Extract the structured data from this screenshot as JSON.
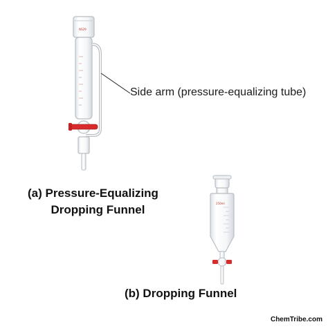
{
  "labels": {
    "side_arm": "Side arm (pressure-equalizing tube)",
    "caption_a_line1": "(a) Pressure-Equalizing",
    "caption_a_line2": "Dropping Funnel",
    "caption_b": "(b)  Dropping Funnel"
  },
  "watermark": "ChemTribe.com",
  "colors": {
    "stopcock_handle": "#d92b2b",
    "glass_outline": "#b8bec4",
    "pointer_line": "#222222",
    "text": "#111111"
  }
}
